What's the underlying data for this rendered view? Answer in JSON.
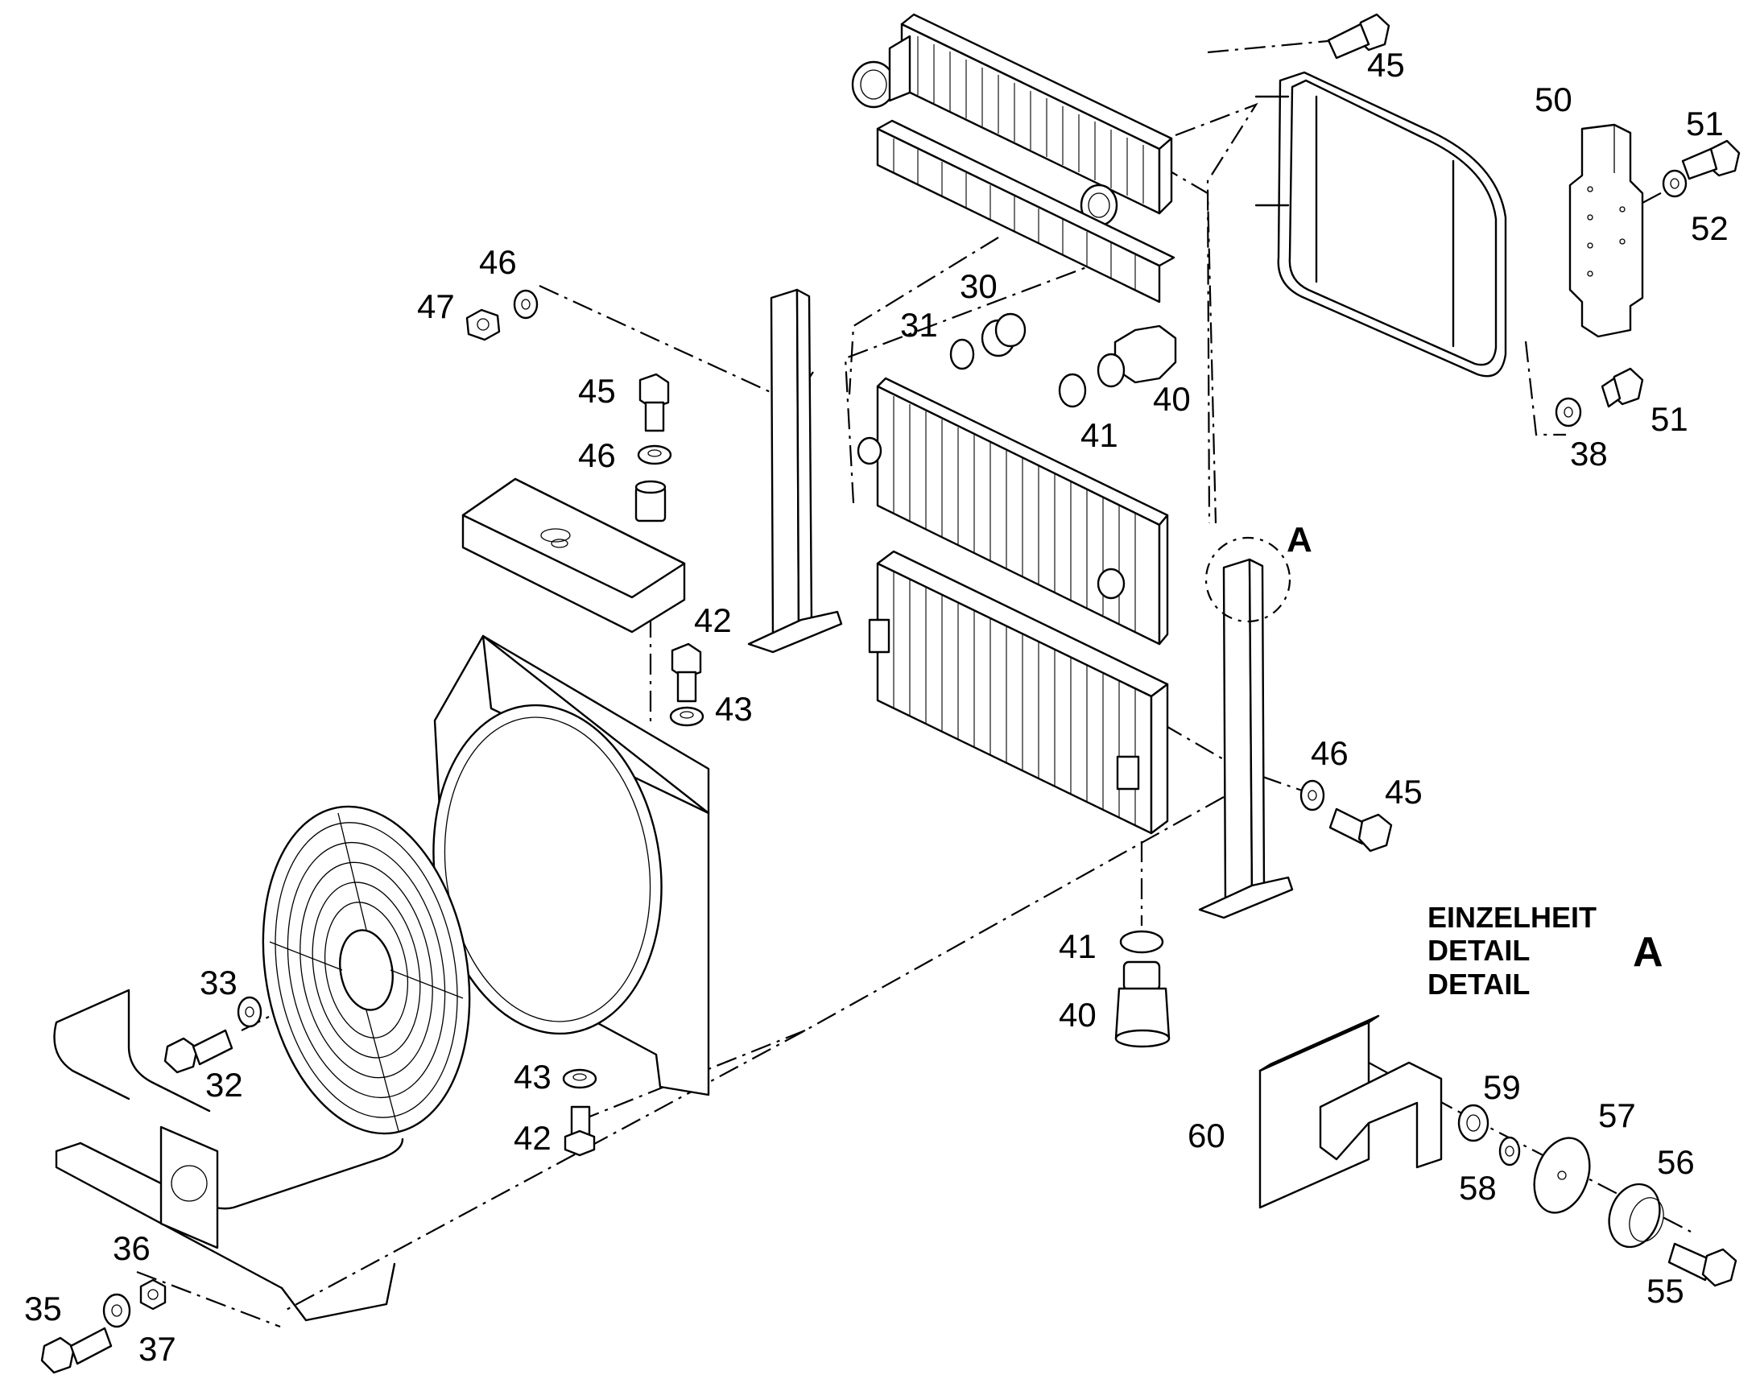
{
  "callouts": {
    "n30": "30",
    "n31": "31",
    "n32": "32",
    "n33": "33",
    "n35": "35",
    "n36": "36",
    "n37": "37",
    "n38": "38",
    "n40a": "40",
    "n40b": "40",
    "n41a": "41",
    "n41b": "41",
    "n42a": "42",
    "n42b": "42",
    "n43a": "43",
    "n43b": "43",
    "n45a": "45",
    "n45b": "45",
    "n45c": "45",
    "n46a": "46",
    "n46b": "46",
    "n46c": "46",
    "n47": "47",
    "n50": "50",
    "n51a": "51",
    "n51b": "51",
    "n52": "52",
    "n55": "55",
    "n56": "56",
    "n57": "57",
    "n58": "58",
    "n59": "59",
    "n60": "60"
  },
  "detail": {
    "marker": "A",
    "heading_de": "EINZELHEIT",
    "heading_en": "DETAIL",
    "heading_fr": "DETAIL",
    "heading_marker": "A"
  }
}
